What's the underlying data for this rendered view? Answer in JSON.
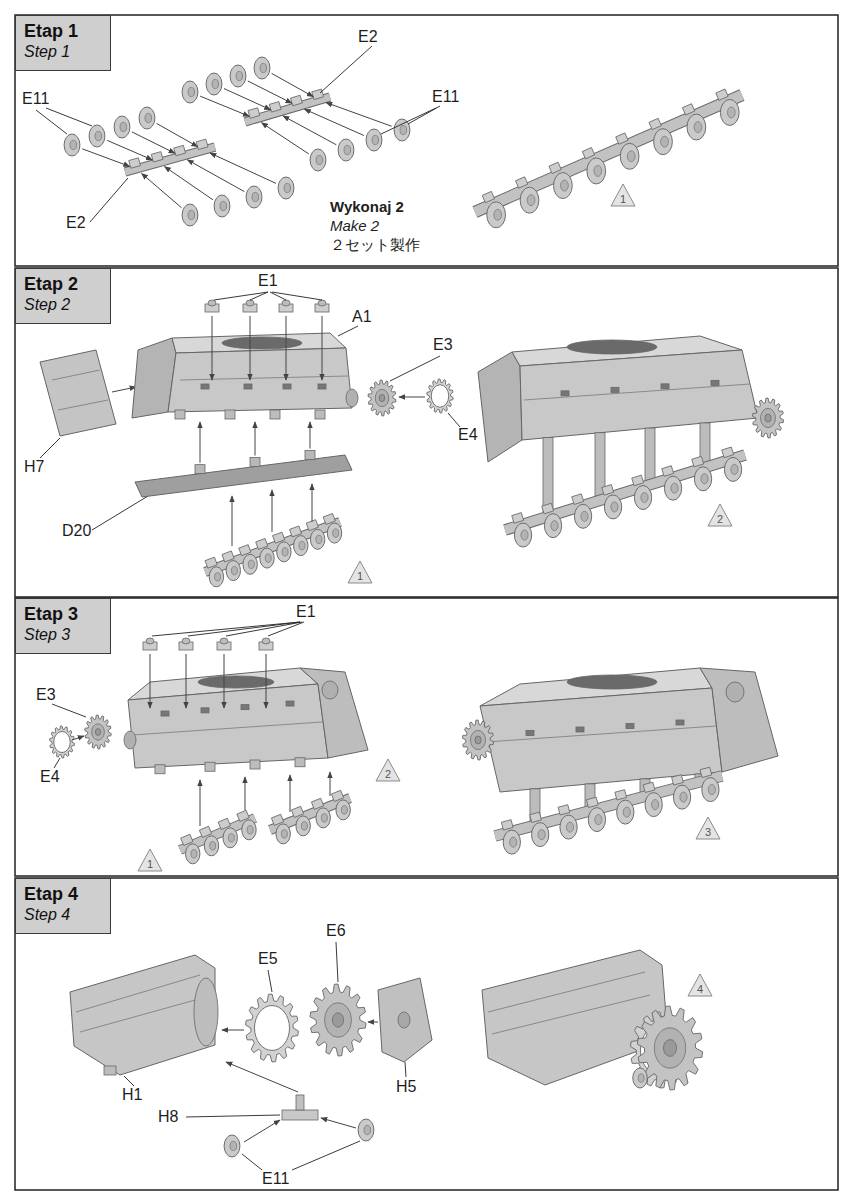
{
  "diagram": {
    "nodes": [
      {
        "text": [
          "Etap 1",
          "Step 1"
        ]
      },
      {
        "text": [
          "1"
        ]
      },
      {
        "text": [
          "Etap 2",
          "Step 2"
        ]
      },
      {
        "text": [
          "2"
        ]
      },
      {
        "text": [
          "1"
        ]
      },
      {
        "text": [
          "Etap 3",
          "Step 3"
        ]
      },
      {
        "text": [
          "2"
        ]
      },
      {
        "text": [
          "3"
        ]
      },
      {
        "text": [
          "1"
        ]
      },
      {
        "text": [
          "Etap 4",
          "Step 4"
        ]
      },
      {
        "text": [
          "4"
        ]
      }
    ],
    "labels": [
      "E2",
      "E11",
      "E11",
      "Wykonaj 2",
      "Make 2",
      "２セット製作",
      "E2",
      "E1",
      "A1",
      "E3",
      "E4",
      "H7",
      "D20",
      "E1",
      "E3",
      "E4",
      "E6",
      "E5",
      "H1",
      "H5",
      "H8",
      "E11"
    ]
  }
}
